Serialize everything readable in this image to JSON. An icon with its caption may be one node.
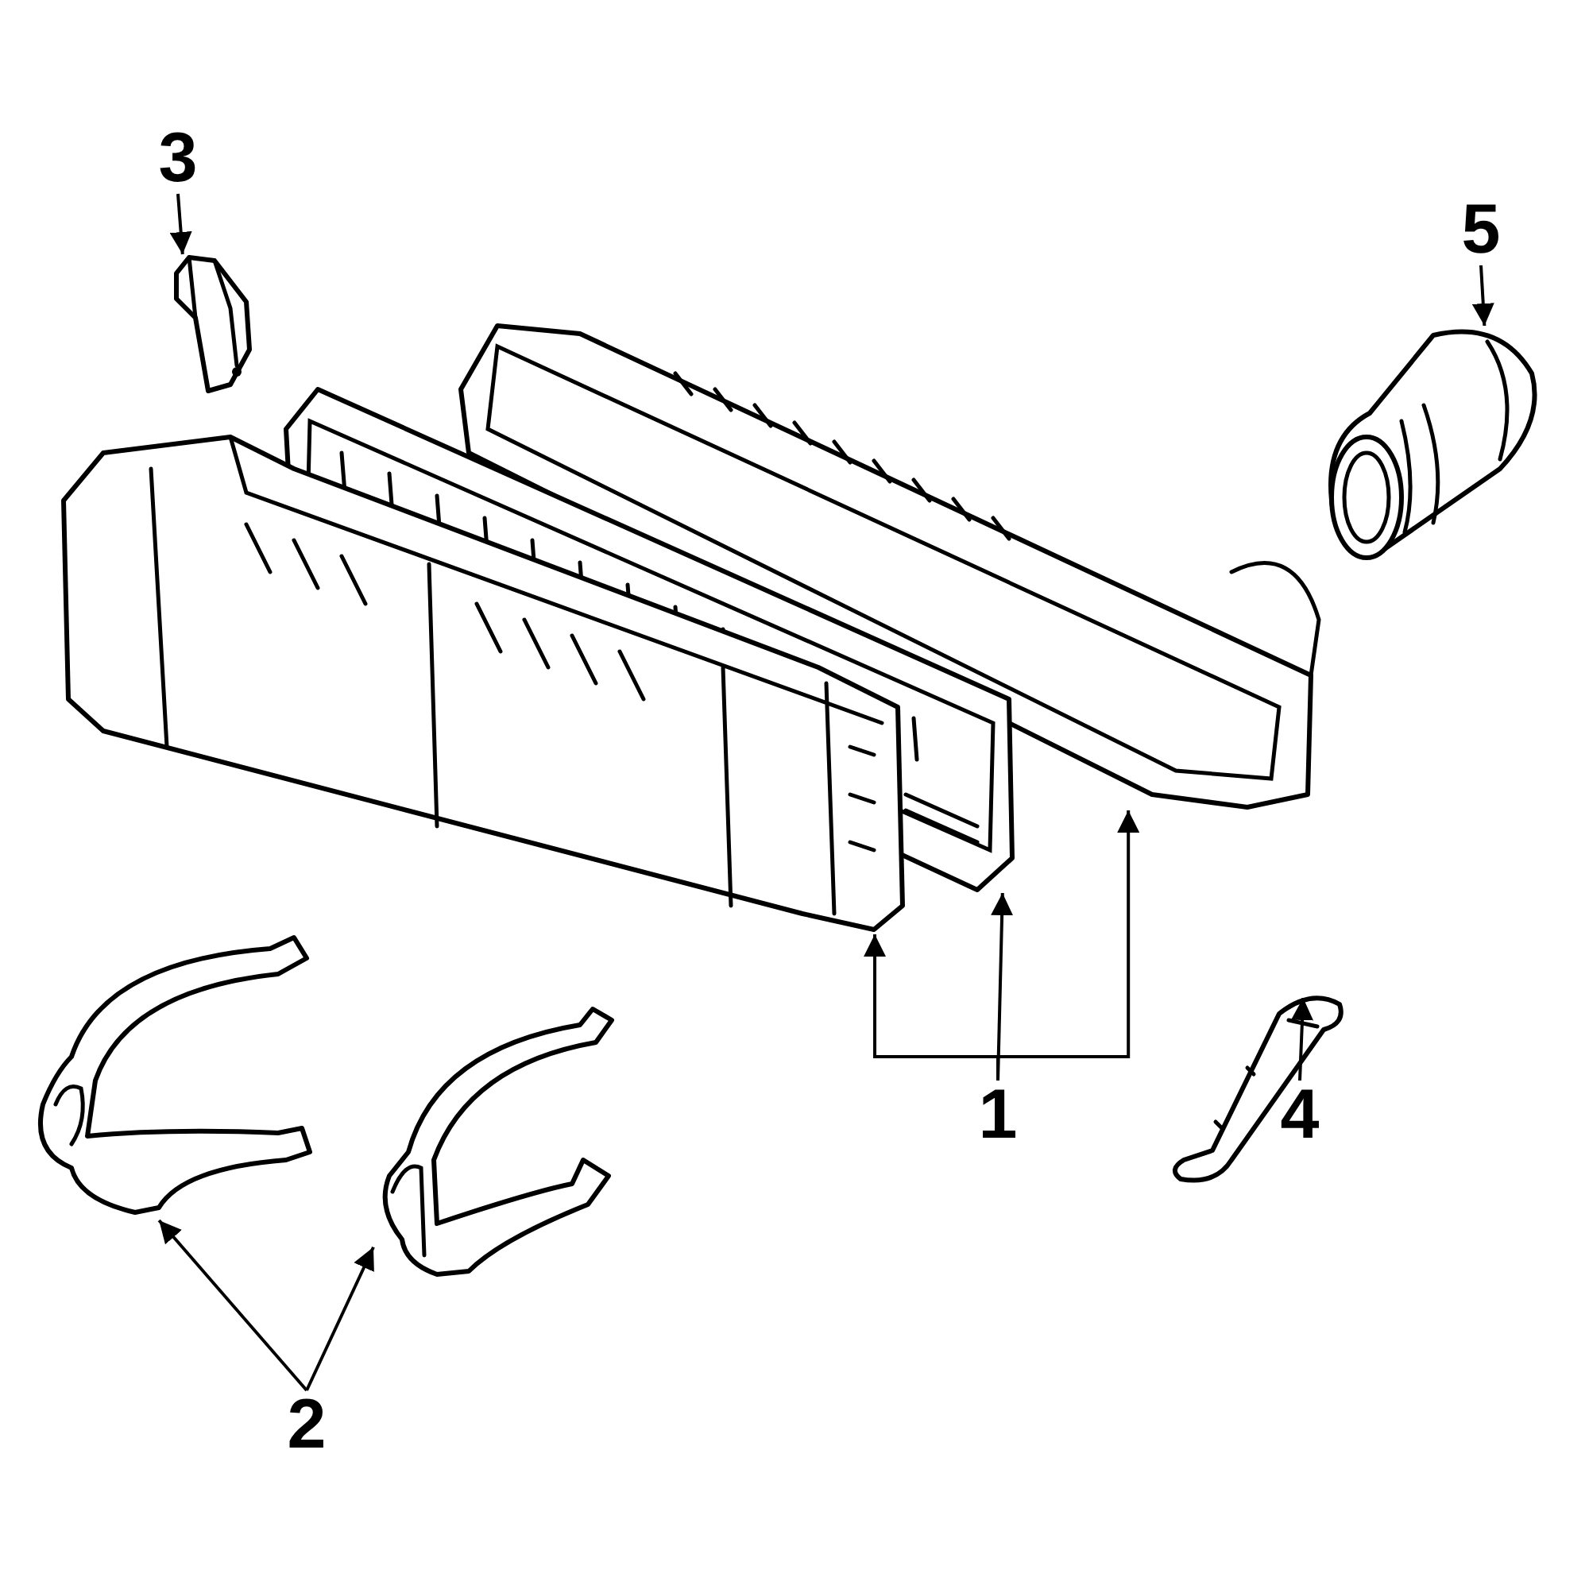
{
  "diagram": {
    "nodes": [
      {
        "text": [
          "3"
        ]
      },
      {
        "text": [],
        "shape": "picture"
      },
      {
        "text": [
          "5"
        ]
      },
      {
        "text": [],
        "shape": "picture"
      },
      {
        "text": [],
        "shape": "picture"
      },
      {
        "text": [],
        "shape": "picture"
      },
      {
        "text": [],
        "shape": "picture"
      },
      {
        "text": [],
        "shape": "picture"
      },
      {
        "text": [],
        "shape": "picture"
      },
      {
        "text": [],
        "shape": "picture"
      },
      {
        "text": [
          "1"
        ]
      },
      {
        "text": [
          "4"
        ]
      },
      {
        "text": [
          "2"
        ]
      }
    ],
    "edges": [
      {
        "from": 0,
        "to": 1,
        "arrow": "to"
      },
      {
        "from": 2,
        "to": 3,
        "arrow": "to"
      },
      {
        "from": 10,
        "to": 4,
        "arrow": "to"
      },
      {
        "from": 10,
        "to": 5,
        "arrow": "to"
      },
      {
        "from": 10,
        "to": 6,
        "arrow": "to"
      },
      {
        "from": 11,
        "to": 9,
        "arrow": "to"
      },
      {
        "from": 12,
        "to": 7,
        "arrow": "to"
      },
      {
        "from": 12,
        "to": 8,
        "arrow": "to"
      }
    ]
  }
}
